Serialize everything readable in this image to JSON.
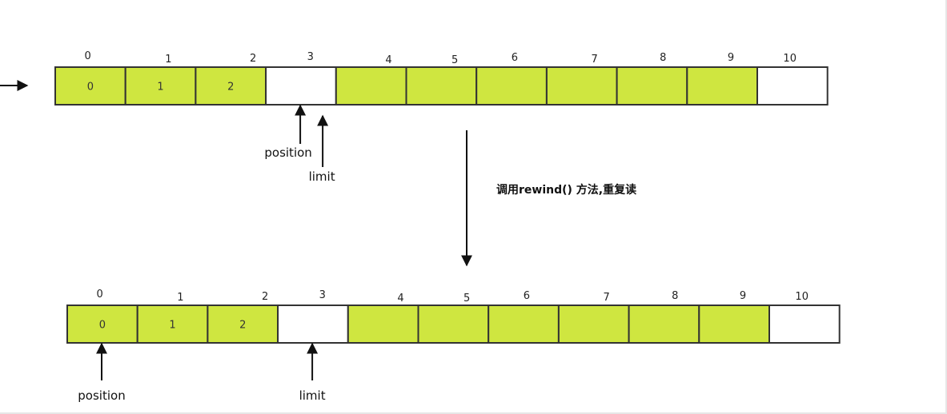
{
  "buffers": [
    {
      "indices": [
        "0",
        "1",
        "2",
        "3",
        "4",
        "5",
        "6",
        "7",
        "8",
        "9",
        "10"
      ],
      "cells": [
        {
          "value": "0",
          "filled": true
        },
        {
          "value": "1",
          "filled": true
        },
        {
          "value": "2",
          "filled": true
        },
        {
          "value": "",
          "filled": false
        },
        {
          "value": "",
          "filled": true
        },
        {
          "value": "",
          "filled": true
        },
        {
          "value": "",
          "filled": true
        },
        {
          "value": "",
          "filled": true
        },
        {
          "value": "",
          "filled": true
        },
        {
          "value": "",
          "filled": true
        },
        {
          "value": "",
          "filled": false
        }
      ],
      "pointers": [
        {
          "label": "position",
          "cell": 3
        },
        {
          "label": "limit",
          "cell": 3
        }
      ]
    },
    {
      "indices": [
        "0",
        "1",
        "2",
        "3",
        "4",
        "5",
        "6",
        "7",
        "8",
        "9",
        "10"
      ],
      "cells": [
        {
          "value": "0",
          "filled": true
        },
        {
          "value": "1",
          "filled": true
        },
        {
          "value": "2",
          "filled": true
        },
        {
          "value": "",
          "filled": false
        },
        {
          "value": "",
          "filled": true
        },
        {
          "value": "",
          "filled": true
        },
        {
          "value": "",
          "filled": true
        },
        {
          "value": "",
          "filled": true
        },
        {
          "value": "",
          "filled": true
        },
        {
          "value": "",
          "filled": true
        },
        {
          "value": "",
          "filled": false
        }
      ],
      "pointers": [
        {
          "label": "position",
          "cell": 0
        },
        {
          "label": "limit",
          "cell": 3
        }
      ]
    }
  ],
  "transition_label": "调用rewind() 方法,重复读",
  "colors": {
    "filled": "#cfe640",
    "empty": "#ffffff",
    "border": "#333333",
    "arrow": "#111111"
  }
}
